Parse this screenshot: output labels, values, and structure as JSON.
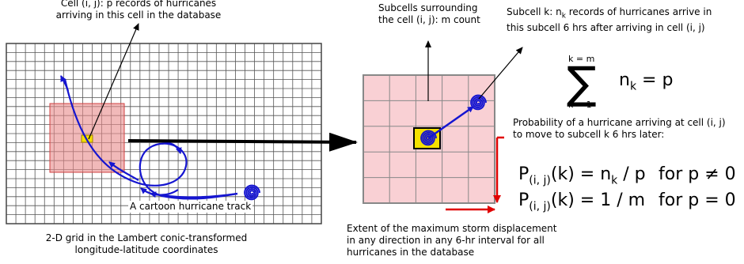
{
  "labels": {
    "cell_note_line1": "Cell (i, j): p records of hurricanes",
    "cell_note_line2": "arriving in this cell in the database",
    "subcells_line1": "Subcells surrounding",
    "subcells_line2": "the cell (i, j): m count",
    "subcell_k_line1_pre": "Subcell k: n",
    "subcell_k_line1_sub": "k",
    "subcell_k_line1_post": " records of hurricanes arrive in",
    "subcell_k_line2": "this subcell 6 hrs after arriving in cell (i, j)",
    "track_label": "A cartoon hurricane track",
    "grid_caption_line1": "2-D grid in the Lambert conic-transformed",
    "grid_caption_line2": "longitude-latitude coordinates",
    "extent_line1": "Extent of the maximum storm displacement",
    "extent_line2": "in any direction in any 6-hr interval for all",
    "extent_line3": "hurricanes in the database",
    "prob_line1": "Probability of a hurricane arriving at cell (i, j)",
    "prob_line2": "to move to subcell k 6 hrs later:"
  },
  "equations": {
    "sum_upper": "k = m",
    "sum_lower": "k = 1",
    "sum_symbol": "∑",
    "sum_term": "n",
    "sum_term_sub": "k",
    "sum_rhs": " = p",
    "p_symbol": "P",
    "p_sub": "(i, j)",
    "eq1_rhs_pre": "(k) = n",
    "eq1_rhs_sub": "k",
    "eq1_rhs_post": " / p",
    "eq1_cond": "for p ≠ 0",
    "eq2_rhs": "(k) = 1 / m",
    "eq2_cond": "for p = 0"
  },
  "colors": {
    "grid_line": "#555555",
    "highlight_region": "#e88a8a",
    "subcell_bg": "#f9d0d4",
    "cell_yellow": "#f5e000",
    "track": "#1515d0",
    "extent_arrow": "#e00000",
    "big_arrow": "#000000"
  }
}
